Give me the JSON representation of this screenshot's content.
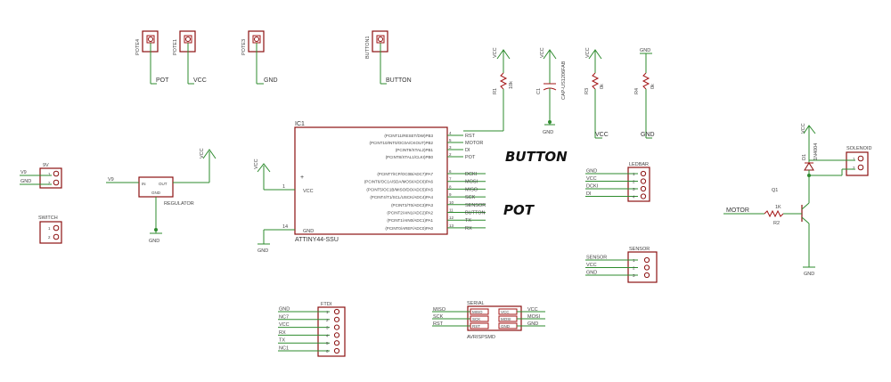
{
  "colors": {
    "wire": "#2e8b2e",
    "part": "#8b1010",
    "text": "#333333"
  },
  "pots": {
    "pote4": {
      "ref": "POTE4",
      "net": "POT"
    },
    "pote1": {
      "ref": "POTE1",
      "net": "VCC"
    },
    "pote3": {
      "ref": "POTE3",
      "net": "GND"
    },
    "button1": {
      "ref": "BUTTON1",
      "net": "BUTTON"
    }
  },
  "resistors": {
    "r1": {
      "ref": "R1",
      "value": "10k",
      "supply": "VCC"
    },
    "c1": {
      "ref": "C1",
      "value": "CAP-US1206FAB",
      "supply": "VCC",
      "gnd": "GND"
    },
    "r3": {
      "ref": "R3",
      "value": "0k",
      "supply": "VCC",
      "bottom": "VCC"
    },
    "r4": {
      "ref": "R4",
      "value": "0k",
      "supply": "GND",
      "bottom": "GND"
    }
  },
  "ic1": {
    "ref": "IC1",
    "part": "ATTINY44-SSU",
    "power_pins": [
      {
        "num": "1",
        "name": "VCC"
      },
      {
        "num": "14",
        "name": "GND"
      }
    ],
    "top_pins": [
      {
        "label": "(PCINT11/RESET/DW)PB3",
        "num": "4",
        "net": "RST"
      },
      {
        "label": "(PCINT10/INT0/OC0A/CKOUT)PB2",
        "num": "5",
        "net": "MOTOR"
      },
      {
        "label": "(PCINT9/XTAL2)PB1",
        "num": "3",
        "net": "DI"
      },
      {
        "label": "(PCINT8/XTAL1/CLKI)PB0",
        "num": "2",
        "net": "POT"
      }
    ],
    "bottom_pins": [
      {
        "label": "(PCINT7/ICP/OC0B/ADC7)PA7",
        "num": "6",
        "net": "DCKI"
      },
      {
        "label": "(PCINT6/OC1A/SDA/MOSI/ADC6)PA6",
        "num": "7",
        "net": "MOSI"
      },
      {
        "label": "(PCINT5/OC1B/MISO/DO/ADC5)PA5",
        "num": "8",
        "net": "MISO"
      },
      {
        "label": "(PCINT4/T1/SCL/USCK/ADC4)PA4",
        "num": "9",
        "net": "SCK"
      },
      {
        "label": "(PCINT3/T0/ADC3)PA3",
        "num": "10",
        "net": "SENSOR"
      },
      {
        "label": "(PCINT2/AIN1/ADC2)PA2",
        "num": "11",
        "net": "BUTTON"
      },
      {
        "label": "(PCINT1/AIN0/ADC1)PA1",
        "num": "12",
        "net": "TX"
      },
      {
        "label": "(PCINT0/AREF/ADC0)PA0",
        "num": "13",
        "net": "RX"
      }
    ],
    "supply_vcc": "VCC",
    "supply_gnd": "GND"
  },
  "handwritten": {
    "button": "BUTTON",
    "pot": "POT"
  },
  "battery": {
    "ref": "9V",
    "nets": [
      "V9",
      "GND"
    ],
    "pins": [
      "1",
      "2"
    ]
  },
  "switch": {
    "ref": "SWITCH",
    "pins": [
      "1",
      "2"
    ]
  },
  "regulator": {
    "ref": "REGULATOR",
    "in": "IN",
    "out": "OUT",
    "gnd": "GND",
    "net_in": "V9",
    "supply": "VCC",
    "gnd_label": "GND"
  },
  "ledbar": {
    "ref": "LEDBAR",
    "nets": [
      "GND",
      "VCC",
      "DCKI",
      "DI"
    ],
    "pins": [
      "1",
      "2",
      "3",
      "4"
    ]
  },
  "sensor": {
    "ref": "SENSOR",
    "nets": [
      "SENSOR",
      "VCC",
      "GND"
    ],
    "pins": [
      "1",
      "2",
      "3"
    ]
  },
  "solenoid": {
    "ref": "SOLENOID",
    "pins": [
      "1",
      "2"
    ],
    "diode": "D1",
    "diode_part": "1N4004",
    "supply": "VCC"
  },
  "transistor": {
    "ref": "Q1",
    "resistor": "R2",
    "value": "1K",
    "net": "MOTOR",
    "gnd": "GND"
  },
  "ftdi": {
    "ref": "FTDI",
    "nets": [
      "GND",
      "NC7",
      "VCC",
      "RX",
      "TX",
      "NC1"
    ],
    "pins": [
      "1",
      "2",
      "3",
      "4",
      "5",
      "6"
    ]
  },
  "serial": {
    "ref": "SERIAL",
    "part": "AVRISPSMD",
    "left_nets": [
      "MISO",
      "SCK",
      "RST"
    ],
    "right_nets": [
      "VCC",
      "MOSI",
      "GND"
    ],
    "left_pins": [
      "MISO",
      "SCK",
      "RST"
    ],
    "right_pins": [
      "VCC",
      "MOSI",
      "GND"
    ]
  }
}
